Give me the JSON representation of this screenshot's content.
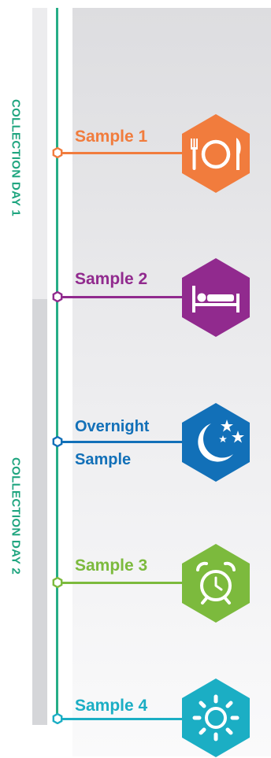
{
  "days": [
    {
      "label": "COLLECTION DAY 1"
    },
    {
      "label": "COLLECTION DAY 2"
    }
  ],
  "samples": [
    {
      "line1": "Sample 1",
      "line2": "",
      "color": "#f17c3d",
      "icon": "plate-cutlery-icon"
    },
    {
      "line1": "Sample 2",
      "line2": "",
      "color": "#912a8e",
      "icon": "bed-icon"
    },
    {
      "line1": "Overnight",
      "line2": "Sample",
      "color": "#1270b8",
      "icon": "moon-stars-icon"
    },
    {
      "line1": "Sample 3",
      "line2": "",
      "color": "#7cba3d",
      "icon": "alarm-clock-icon"
    },
    {
      "line1": "Sample 4",
      "line2": "",
      "color": "#1baec4",
      "icon": "sun-icon"
    }
  ],
  "colors": {
    "timeline": "#26ad86",
    "day_label": "#1fa57f"
  }
}
